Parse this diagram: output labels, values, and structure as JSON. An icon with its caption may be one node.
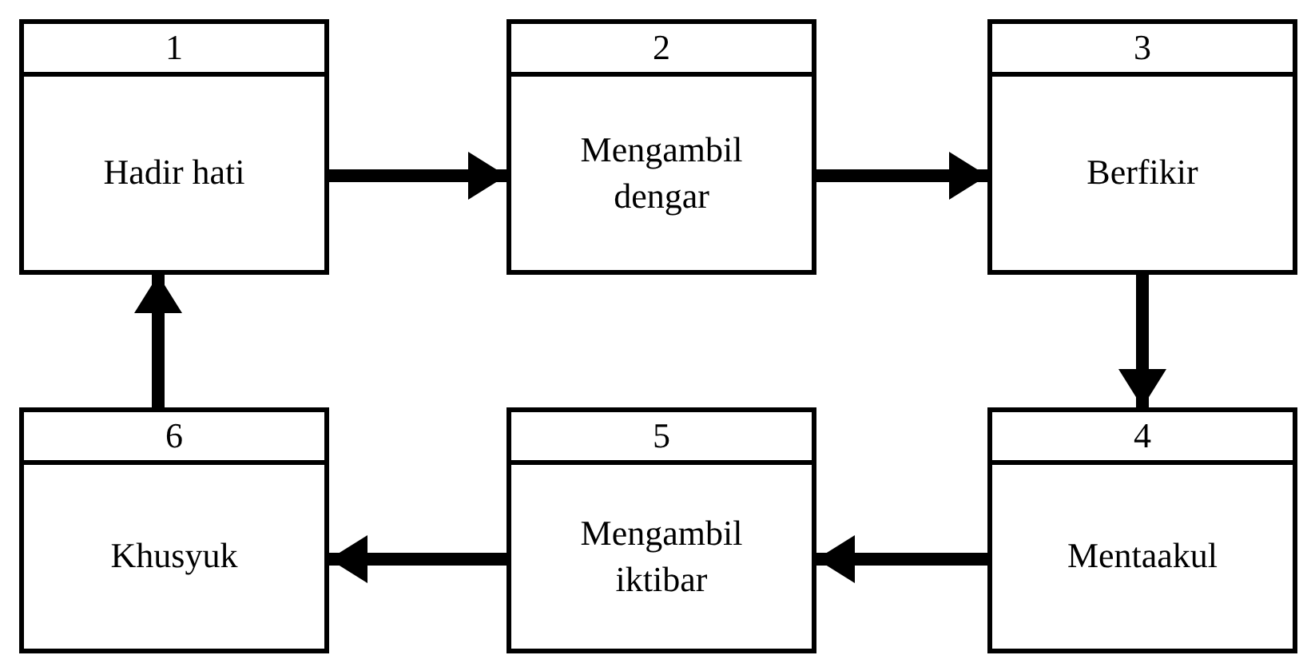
{
  "diagram": {
    "nodes": [
      {
        "text": [
          "1",
          "Hadir hati"
        ]
      },
      {
        "text": [
          "2",
          "Mengambil dengar"
        ]
      },
      {
        "text": [
          "3",
          "Berfikir"
        ]
      },
      {
        "text": [
          "4",
          "Mentaakul"
        ]
      },
      {
        "text": [
          "5",
          "Mengambil iktibar"
        ]
      },
      {
        "text": [
          "6",
          "Khusyuk"
        ]
      }
    ],
    "edges": [
      {
        "from": 0,
        "to": 1,
        "arrow": "to"
      },
      {
        "from": 1,
        "to": 2,
        "arrow": "to"
      },
      {
        "from": 2,
        "to": 3,
        "arrow": "to"
      },
      {
        "from": 3,
        "to": 4,
        "arrow": "to"
      },
      {
        "from": 4,
        "to": 5,
        "arrow": "to"
      },
      {
        "from": 5,
        "to": 0,
        "arrow": "to"
      }
    ]
  }
}
